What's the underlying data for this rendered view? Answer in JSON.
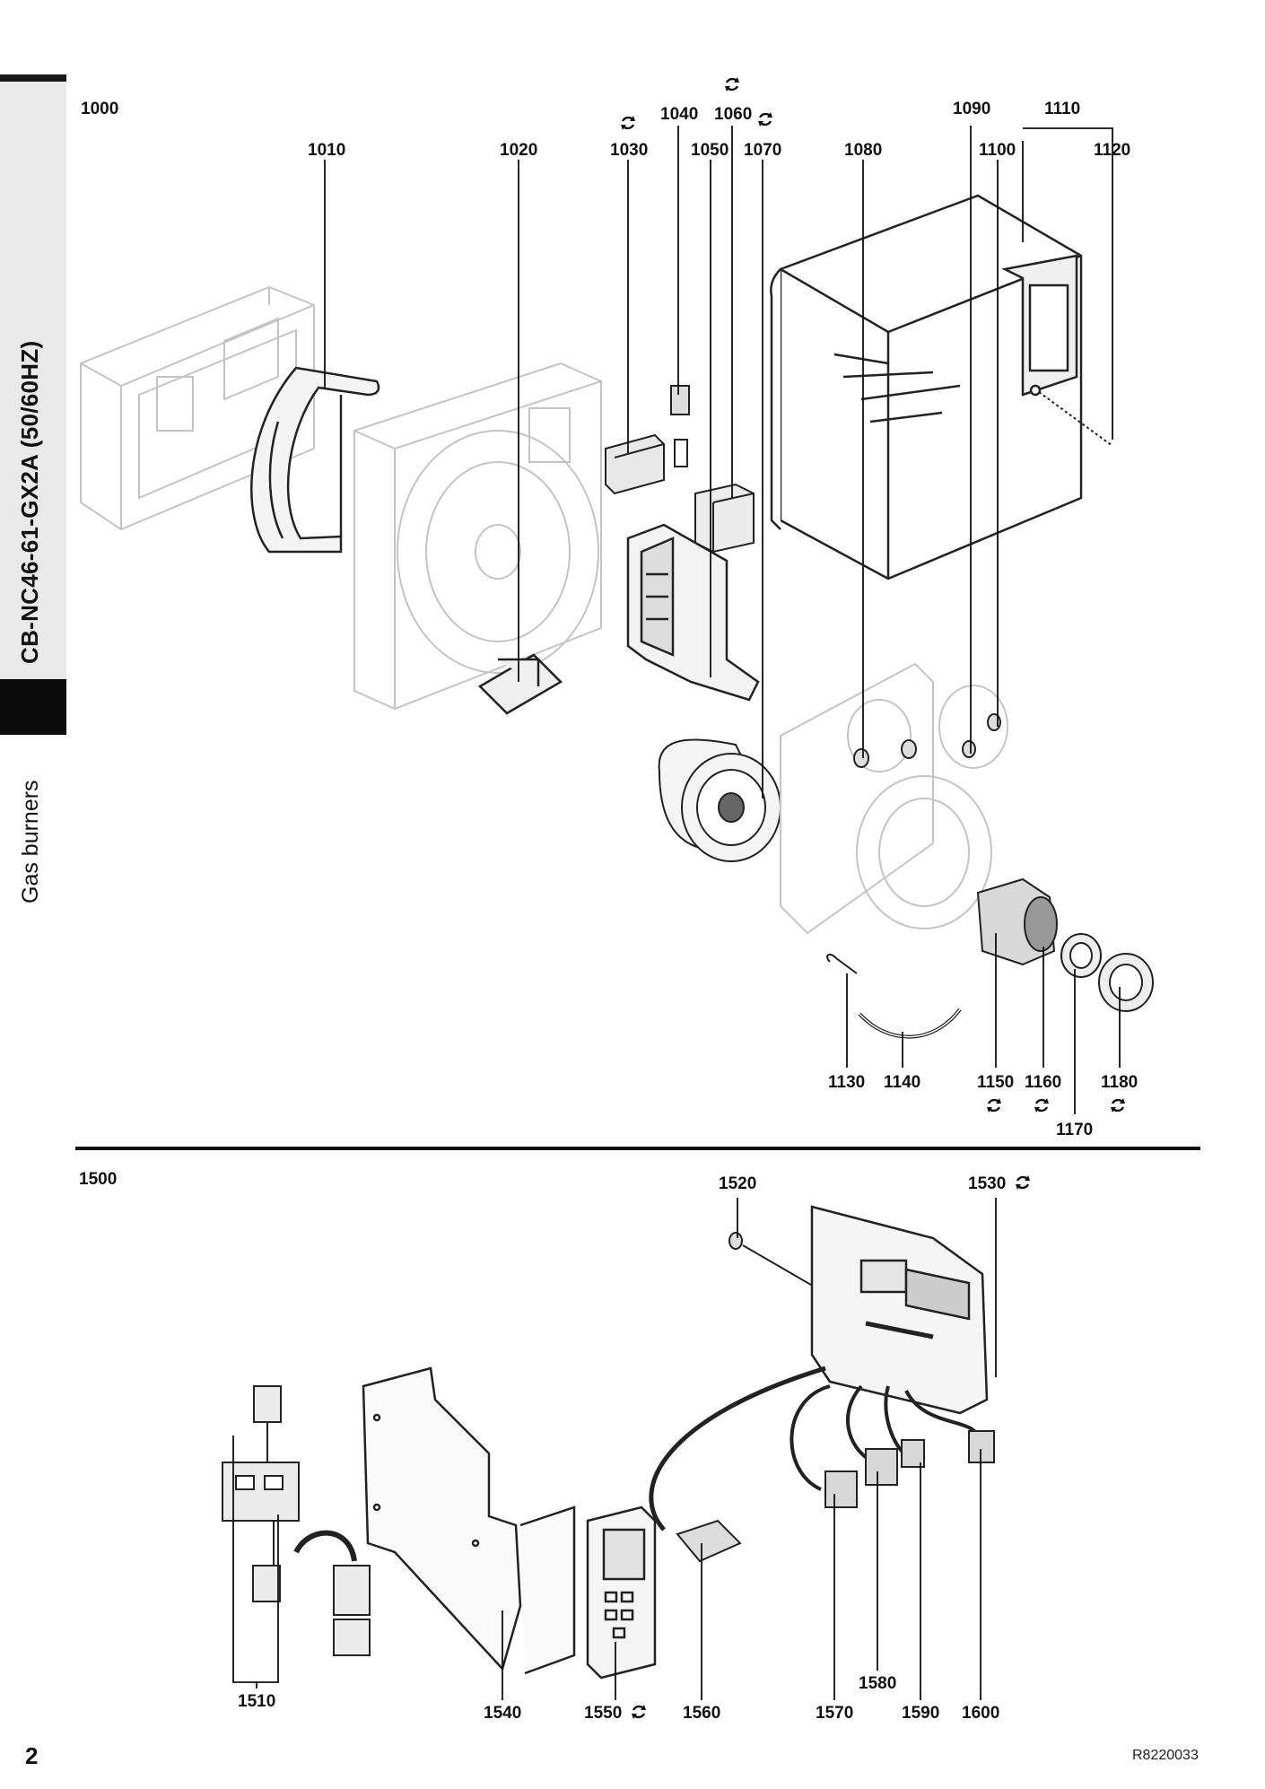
{
  "sidebar": {
    "model": "CB-NC46-61-GX2A (50/60HZ)",
    "category": "Gas burners"
  },
  "sections": [
    {
      "id": "top",
      "label": "1000",
      "parts": [
        "1010",
        "1020",
        "1030",
        "1040",
        "1050",
        "1060",
        "1070",
        "1080",
        "1090",
        "1100",
        "1110",
        "1120",
        "1130",
        "1140",
        "1150",
        "1160",
        "1170",
        "1180"
      ],
      "icon_on": [
        "1030",
        "1060",
        "1070",
        "1150",
        "1160",
        "1180"
      ]
    },
    {
      "id": "bottom",
      "label": "1500",
      "parts": [
        "1510",
        "1520",
        "1530",
        "1540",
        "1550",
        "1560",
        "1570",
        "1580",
        "1590",
        "1600"
      ],
      "icon_on": [
        "1530",
        "1550"
      ]
    }
  ],
  "labels": {
    "p1000": "1000",
    "p1010": "1010",
    "p1020": "1020",
    "p1030": "1030",
    "p1040": "1040",
    "p1050": "1050",
    "p1060": "1060",
    "p1070": "1070",
    "p1080": "1080",
    "p1090": "1090",
    "p1100": "1100",
    "p1110": "1110",
    "p1120": "1120",
    "p1130": "1130",
    "p1140": "1140",
    "p1150": "1150",
    "p1160": "1160",
    "p1170": "1170",
    "p1180": "1180",
    "p1500": "1500",
    "p1510": "1510",
    "p1520": "1520",
    "p1530": "1530",
    "p1540": "1540",
    "p1550": "1550",
    "p1560": "1560",
    "p1570": "1570",
    "p1580": "1580",
    "p1590": "1590",
    "p1600": "1600"
  },
  "replacement_icon": "rotate-arrows-icon",
  "footer": {
    "page_number": "2",
    "document_ref": "R8220033"
  }
}
